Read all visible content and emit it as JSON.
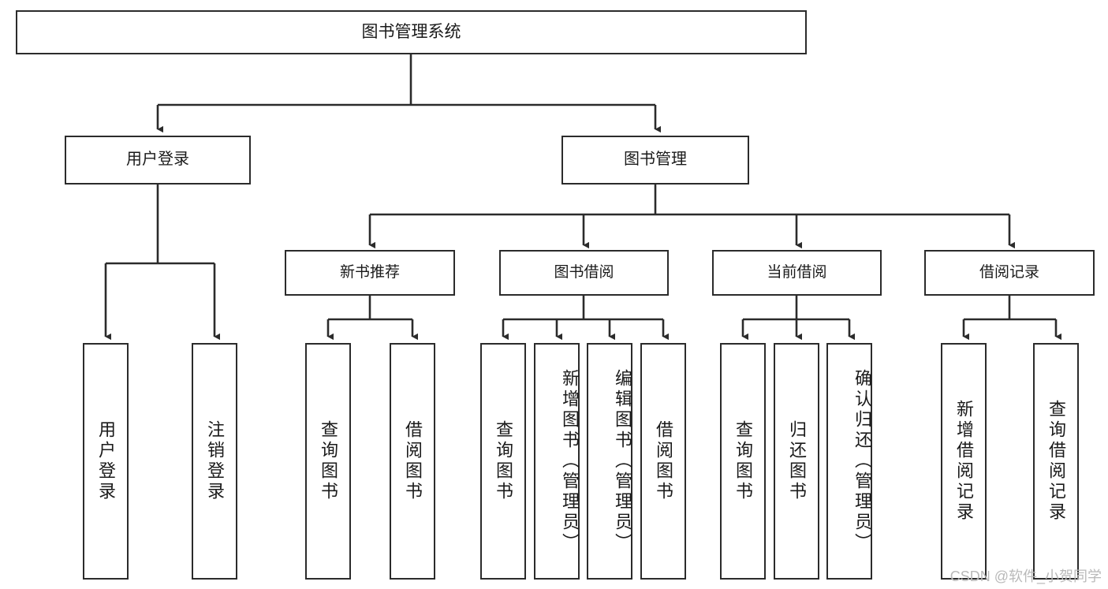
{
  "diagram": {
    "type": "tree",
    "title": "图书管理系统",
    "orientation": "top-down",
    "line_color": "#2b2b2b",
    "box_fill": "#ffffff",
    "watermark": "CSDN @软件_小贺同学",
    "root": {
      "label": "图书管理系统",
      "level": 0
    },
    "level1": [
      {
        "label": "用户登录"
      },
      {
        "label": "图书管理"
      }
    ],
    "level2": [
      {
        "label": "新书推荐"
      },
      {
        "label": "图书借阅"
      },
      {
        "label": "当前借阅"
      },
      {
        "label": "借阅记录"
      }
    ],
    "leaves": {
      "user_login": [
        {
          "label": "用户登录"
        },
        {
          "label": "注销登录"
        }
      ],
      "new_book_recommend": [
        {
          "label": "查询图书"
        },
        {
          "label": "借阅图书"
        }
      ],
      "book_borrow": [
        {
          "label": "查询图书"
        },
        {
          "label": "新增图书（管理员）"
        },
        {
          "label": "编辑图书（管理员）"
        },
        {
          "label": "借阅图书"
        }
      ],
      "current_borrow": [
        {
          "label": "查询图书"
        },
        {
          "label": "归还图书"
        },
        {
          "label": "确认归还（管理员）"
        }
      ],
      "borrow_record": [
        {
          "label": "新增借阅记录"
        },
        {
          "label": "查询借阅记录"
        }
      ]
    }
  }
}
